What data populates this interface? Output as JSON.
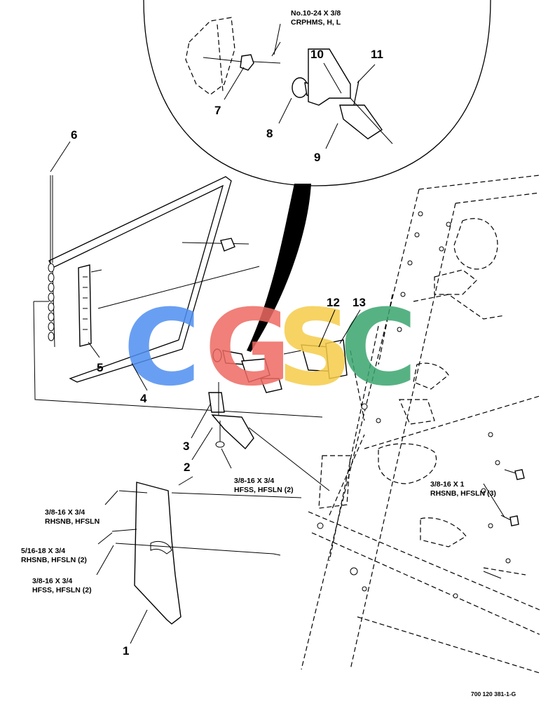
{
  "callouts": {
    "c1": "1",
    "c2": "2",
    "c3": "3",
    "c4": "4",
    "c5": "5",
    "c6": "6",
    "c7": "7",
    "c8": "8",
    "c9": "9",
    "c10": "10",
    "c11": "11",
    "c12": "12",
    "c13": "13"
  },
  "notes": {
    "top_line1": "No.10-24 X 3/8",
    "top_line2": "CRPHMS, H, L",
    "rhsnb_line1": "3/8-16 X 3/4",
    "rhsnb_line2": "RHSNB, HFSLN",
    "rhsnb2_line1": "5/16-18 X 3/4",
    "rhsnb2_line2": "RHSNB, HFSLN (2)",
    "hfss_left_line1": "3/8-16 X 3/4",
    "hfss_left_line2": "HFSS, HFSLN (2)",
    "hfss_mid_line1": "3/8-16 X 3/4",
    "hfss_mid_line2": "HFSS, HFSLN (2)",
    "right_line1": "3/8-16 X 1",
    "right_line2": "RHSNB, HFSLN (3)"
  },
  "figure_ref": "700 120 381-1-G",
  "watermark": {
    "letters": [
      "C",
      "G",
      "S",
      "C"
    ],
    "colors": [
      "#4f8ff0",
      "#ee6a62",
      "#f6cc4a",
      "#3aa56e"
    ]
  }
}
